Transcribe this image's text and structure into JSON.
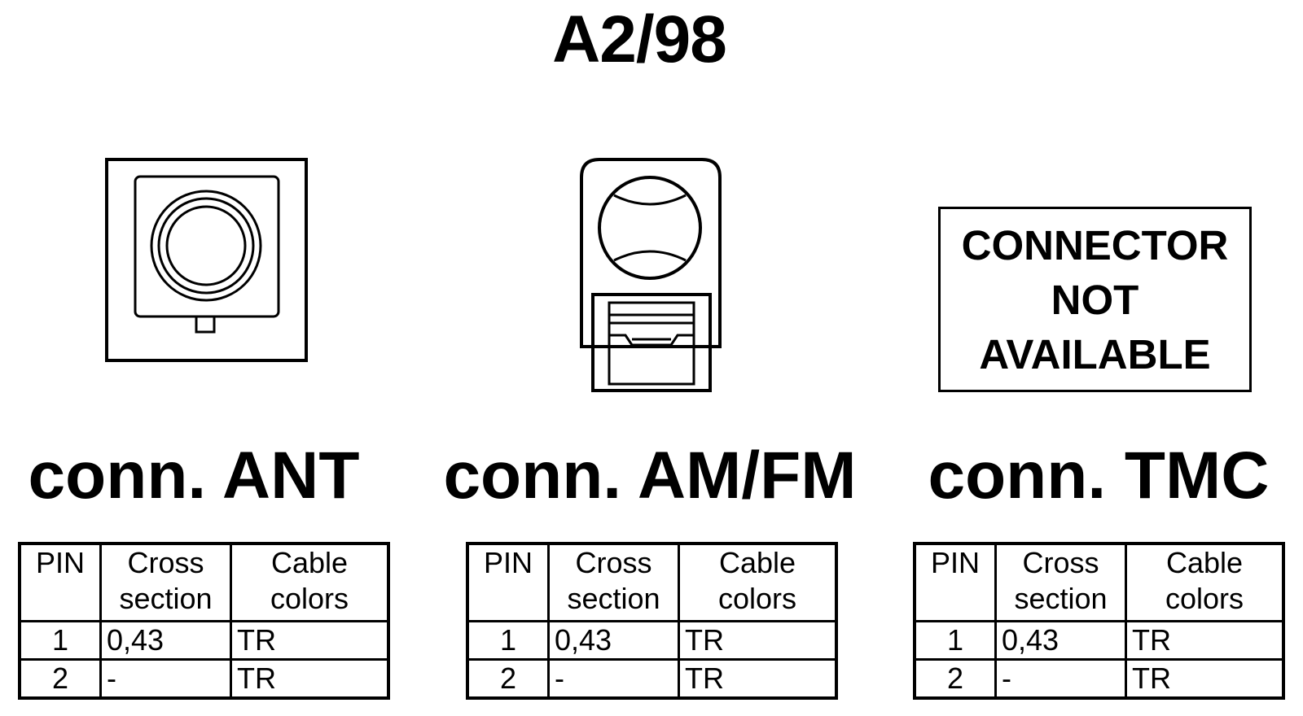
{
  "title": "A2/98",
  "connectors": [
    {
      "label": "conn. ANT",
      "headers": {
        "pin": "PIN",
        "cross": "Cross\nsection",
        "color": "Cable\ncolors"
      },
      "rows": [
        {
          "pin": "1",
          "cross": "0,43",
          "color": "TR"
        },
        {
          "pin": "2",
          "cross": "-",
          "color": "TR"
        }
      ]
    },
    {
      "label": "conn. AM/FM",
      "headers": {
        "pin": "PIN",
        "cross": "Cross\nsection",
        "color": "Cable\ncolors"
      },
      "rows": [
        {
          "pin": "1",
          "cross": "0,43",
          "color": "TR"
        },
        {
          "pin": "2",
          "cross": "-",
          "color": "TR"
        }
      ]
    },
    {
      "label": "conn. TMC",
      "not_available_text": "CONNECTOR\nNOT\nAVAILABLE",
      "headers": {
        "pin": "PIN",
        "cross": "Cross\nsection",
        "color": "Cable\ncolors"
      },
      "rows": [
        {
          "pin": "1",
          "cross": "0,43",
          "color": "TR"
        },
        {
          "pin": "2",
          "cross": "-",
          "color": "TR"
        }
      ]
    }
  ],
  "colors": {
    "line": "#000000",
    "background": "#ffffff"
  }
}
